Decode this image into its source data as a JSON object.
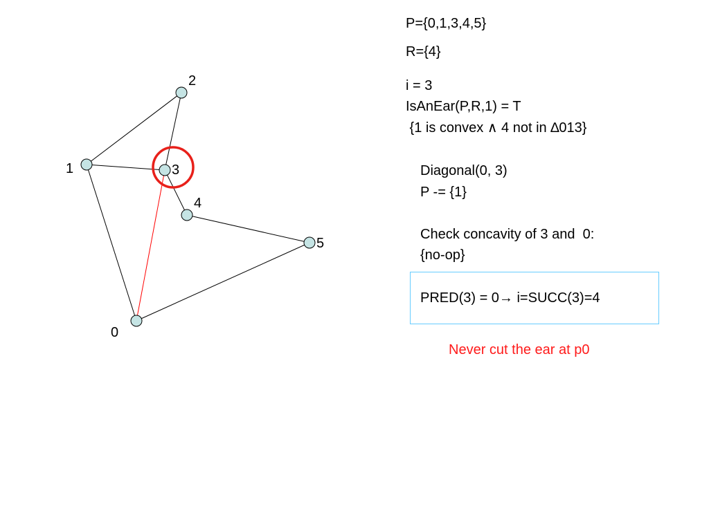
{
  "diagram": {
    "vertices": [
      {
        "id": "0",
        "label": "0"
      },
      {
        "id": "1",
        "label": "1"
      },
      {
        "id": "2",
        "label": "2"
      },
      {
        "id": "3",
        "label": "3"
      },
      {
        "id": "4",
        "label": "4"
      },
      {
        "id": "5",
        "label": "5"
      }
    ],
    "edges": [
      {
        "from": "0",
        "to": "1",
        "kind": "polygon"
      },
      {
        "from": "1",
        "to": "2",
        "kind": "polygon"
      },
      {
        "from": "2",
        "to": "3",
        "kind": "polygon"
      },
      {
        "from": "3",
        "to": "4",
        "kind": "polygon"
      },
      {
        "from": "4",
        "to": "5",
        "kind": "polygon"
      },
      {
        "from": "5",
        "to": "0",
        "kind": "polygon"
      },
      {
        "from": "1",
        "to": "3",
        "kind": "polygon"
      },
      {
        "from": "0",
        "to": "3",
        "kind": "diagonal"
      }
    ],
    "highlighted_vertex": "3",
    "colors": {
      "vertex_fill": "#c5e4e4",
      "edge": "#000000",
      "diagonal": "#ff0000",
      "highlight_ring": "#e8201a",
      "result_box_border": "#66ccff",
      "note": "#ff1a1a"
    }
  },
  "text": {
    "P_set": "P={0,1,3,4,5}",
    "R_set": "R={4}",
    "i_value": "i = 3",
    "is_an_ear": "IsAnEar(P,R,1) = T",
    "condition": " {1 is convex ∧ 4 not in ∆013}",
    "diagonal": "Diagonal(0, 3)",
    "p_update": "P -= {1}",
    "check_concavity": "Check concavity of 3 and  0:",
    "no_op": "{no-op}",
    "pred_succ": "PRED(3) = 0→ i=SUCC(3)=4",
    "note": "Never cut the ear at p0"
  }
}
